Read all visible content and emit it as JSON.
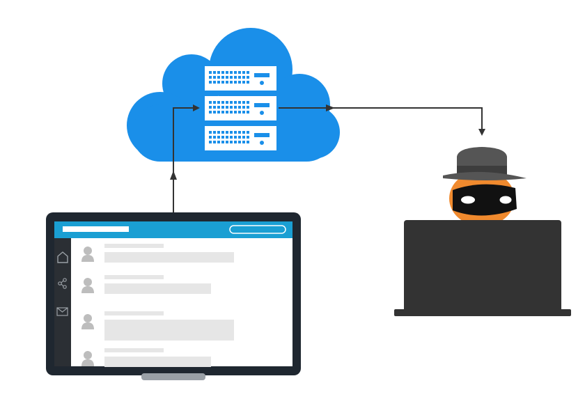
{
  "colors": {
    "cloud": "#1a8fe9",
    "server_bars": "#ffffff",
    "server_dots": "#1a8fe9",
    "laptop_frame": "#1f2730",
    "laptop_header": "#1a9fd3",
    "laptop_sidebar": "#2b2f34",
    "laptop_screen": "#ffffff",
    "placeholder": "#e6e6e6",
    "avatar": "#bdbdbd",
    "arrow": "#333333",
    "hacker_hat": "#555555",
    "hacker_hat_band": "#3d3d3d",
    "hacker_skin": "#f08a2e",
    "hacker_mask": "#111111",
    "hacker_eyes": "#ffffff",
    "hacker_laptop": "#333333"
  },
  "icons": {
    "cloud": "cloud-icon",
    "server_rack": "server-rack-icon",
    "laptop": "laptop-icon",
    "hacker": "hacker-icon",
    "home": "home-icon",
    "share": "share-icon",
    "mail": "mail-icon",
    "avatar": "user-avatar-icon"
  },
  "diagram": {
    "nodes": [
      {
        "id": "user-laptop",
        "icon": "laptop-icon"
      },
      {
        "id": "cloud-server",
        "icon": "server-rack-icon"
      },
      {
        "id": "hacker",
        "icon": "hacker-icon"
      }
    ],
    "edges": [
      {
        "from": "user-laptop",
        "to": "cloud-server"
      },
      {
        "from": "cloud-server",
        "to": "hacker"
      }
    ]
  },
  "laptop_screen": {
    "sidebar_icons": [
      "home-icon",
      "share-icon",
      "mail-icon"
    ],
    "feed_items": 4
  }
}
